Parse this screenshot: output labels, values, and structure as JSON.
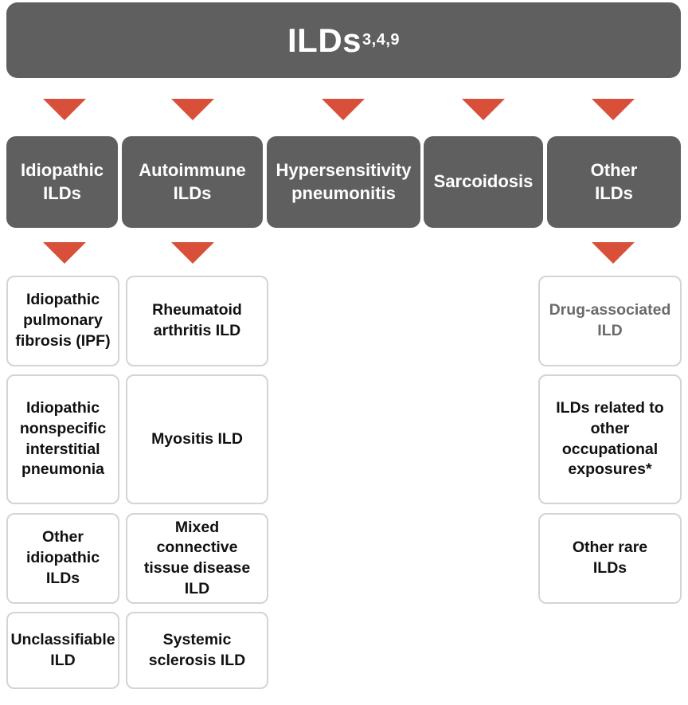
{
  "root": {
    "label": "ILDs",
    "refs": "3,4,9"
  },
  "categories": [
    {
      "label": "Idiopathic ILDs"
    },
    {
      "label": "Autoimmune ILDs"
    },
    {
      "label": "Hypersensitivity pneumonitis"
    },
    {
      "label": "Sarcoidosis"
    },
    {
      "label": "Other ILDs"
    }
  ],
  "idiopathic": [
    "Idiopathic pulmonary fibrosis (IPF)",
    "Idiopathic nonspecific interstitial pneumonia",
    "Other idiopathic ILDs",
    "Unclassifiable ILD"
  ],
  "autoimmune": [
    "Rheumatoid arthritis ILD",
    "Myositis ILD",
    "Mixed connective tissue disease ILD",
    "Systemic sclerosis ILD"
  ],
  "other": [
    "Drug-associated ILD",
    "ILDs related to other occupational exposures*",
    "Other rare ILDs"
  ],
  "colors": {
    "box": "#5f5f5f",
    "arrow": "#d9503a",
    "leaf_border": "#d4d4d4"
  }
}
